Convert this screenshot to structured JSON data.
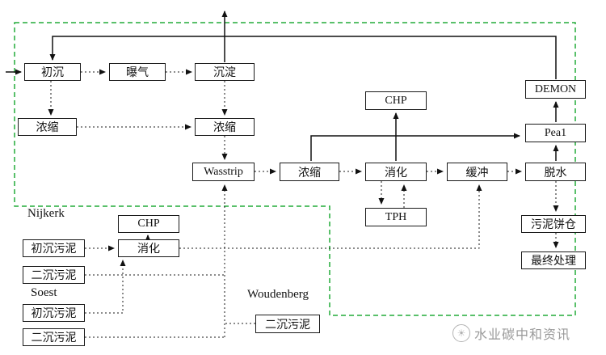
{
  "nodes": {
    "primary_sed": "初沉",
    "aeration": "曝气",
    "sedimentation": "沉淀",
    "thickener_a": "浓缩",
    "thickener_b": "浓缩",
    "wasstrip": "Wasstrip",
    "thickener_c": "浓缩",
    "chp": "CHP",
    "digestion": "消化",
    "tph": "TPH",
    "buffer": "缓冲",
    "demon": "DEMON",
    "pearl": "Pea1",
    "dewatering": "脱水",
    "sludge_cake_silo": "污泥饼仓",
    "final_disposal": "最终处理"
  },
  "external_sources": {
    "nijkerk": {
      "name": "Nijkerk",
      "primary_sludge": "初沉污泥",
      "chp": "CHP",
      "digestion": "消化",
      "secondary_sludge": "二沉污泥"
    },
    "soest": {
      "name": "Soest",
      "primary_sludge": "初沉污泥",
      "secondary_sludge": "二沉污泥"
    },
    "woudenberg": {
      "name": "Woudenberg",
      "secondary_sludge": "二沉污泥"
    }
  },
  "edges": [
    {
      "from": "influent",
      "to": "primary_sed",
      "style": "solid"
    },
    {
      "from": "primary_sed",
      "to": "aeration",
      "style": "dotted"
    },
    {
      "from": "aeration",
      "to": "sedimentation",
      "style": "dotted"
    },
    {
      "from": "sedimentation",
      "to": "effluent_top",
      "style": "solid"
    },
    {
      "from": "primary_sed",
      "to": "thickener_a",
      "style": "dotted"
    },
    {
      "from": "thickener_a",
      "to": "thickener_b",
      "style": "dotted"
    },
    {
      "from": "sedimentation",
      "to": "thickener_b",
      "style": "dotted"
    },
    {
      "from": "thickener_b",
      "to": "wasstrip",
      "style": "dotted"
    },
    {
      "from": "wasstrip",
      "to": "thickener_c",
      "style": "dotted"
    },
    {
      "from": "thickener_c",
      "to": "digestion",
      "style": "dotted"
    },
    {
      "from": "digestion",
      "to": "buffer",
      "style": "dotted"
    },
    {
      "from": "buffer",
      "to": "dewatering",
      "style": "dotted"
    },
    {
      "from": "digestion",
      "to": "chp",
      "style": "solid"
    },
    {
      "from": "digestion",
      "to": "tph",
      "style": "dotted"
    },
    {
      "from": "tph",
      "to": "digestion",
      "style": "dotted"
    },
    {
      "from": "thickener_c",
      "to": "pearl",
      "style": "solid"
    },
    {
      "from": "dewatering",
      "to": "pearl",
      "style": "solid"
    },
    {
      "from": "pearl",
      "to": "demon",
      "style": "solid"
    },
    {
      "from": "demon",
      "to": "primary_sed",
      "style": "solid"
    },
    {
      "from": "dewatering",
      "to": "sludge_cake_silo",
      "style": "dotted"
    },
    {
      "from": "sludge_cake_silo",
      "to": "final_disposal",
      "style": "dotted"
    },
    {
      "from": "nijkerk.primary_sludge",
      "to": "nijkerk.digestion",
      "style": "dotted"
    },
    {
      "from": "nijkerk.digestion",
      "to": "nijkerk.chp",
      "style": "solid"
    },
    {
      "from": "nijkerk.digestion",
      "to": "buffer",
      "style": "dotted"
    },
    {
      "from": "nijkerk.secondary_sludge",
      "to": "wasstrip",
      "style": "dotted"
    },
    {
      "from": "soest.primary_sludge",
      "to": "nijkerk.digestion",
      "style": "dotted"
    },
    {
      "from": "soest.secondary_sludge",
      "to": "wasstrip",
      "style": "dotted"
    },
    {
      "from": "woudenberg.secondary_sludge",
      "to": "wasstrip",
      "style": "dotted"
    }
  ],
  "watermark": {
    "icon": "sun-logo-icon",
    "text": "水业碳中和资讯"
  },
  "colors": {
    "boundary_green": "#22ac38",
    "line": "#1a1a1a",
    "box_bg": "#ffffff",
    "watermark_gray": "#9a9a9a"
  }
}
